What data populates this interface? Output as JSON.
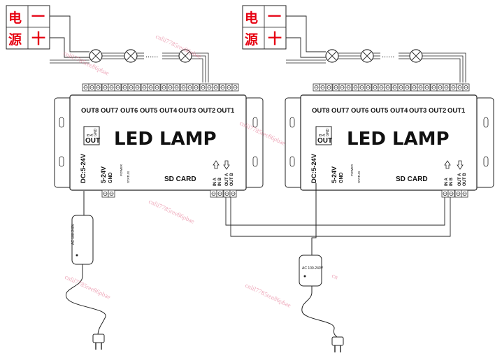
{
  "power_box": {
    "chars": [
      "电",
      "源"
    ],
    "minus": "一",
    "plus": "十"
  },
  "controller": {
    "title": "LED LAMP",
    "outputs": [
      "OUT8",
      "OUT7",
      "OUT6",
      "OUT5",
      "OUT4",
      "OUT3",
      "OUT2",
      "OUT1"
    ],
    "out_switch": "OUT",
    "switch_small": [
      "B",
      "A",
      "GND"
    ],
    "dc_label": "DC:5-24V",
    "v_label": "5-24V",
    "gnd_label": "GND",
    "power_label": "POWER",
    "status_label": "STATUS",
    "sd_label": "SD CARD",
    "in_a": "IN A",
    "in_b": "IN B",
    "out_a": "OUT A",
    "out_b": "OUT B"
  },
  "adapter": {
    "left_text": "AC 100-240V",
    "right_text": "AC 100-240V"
  },
  "lamp_dots": "......",
  "watermarks": [
    "cnlil7785ree86pbae",
    "cnlil7785ree86pbae",
    "cnlil7785ree86pbae",
    "cnlil7785ree86pbae",
    "cnlil7785ree86pbae",
    "cn"
  ]
}
